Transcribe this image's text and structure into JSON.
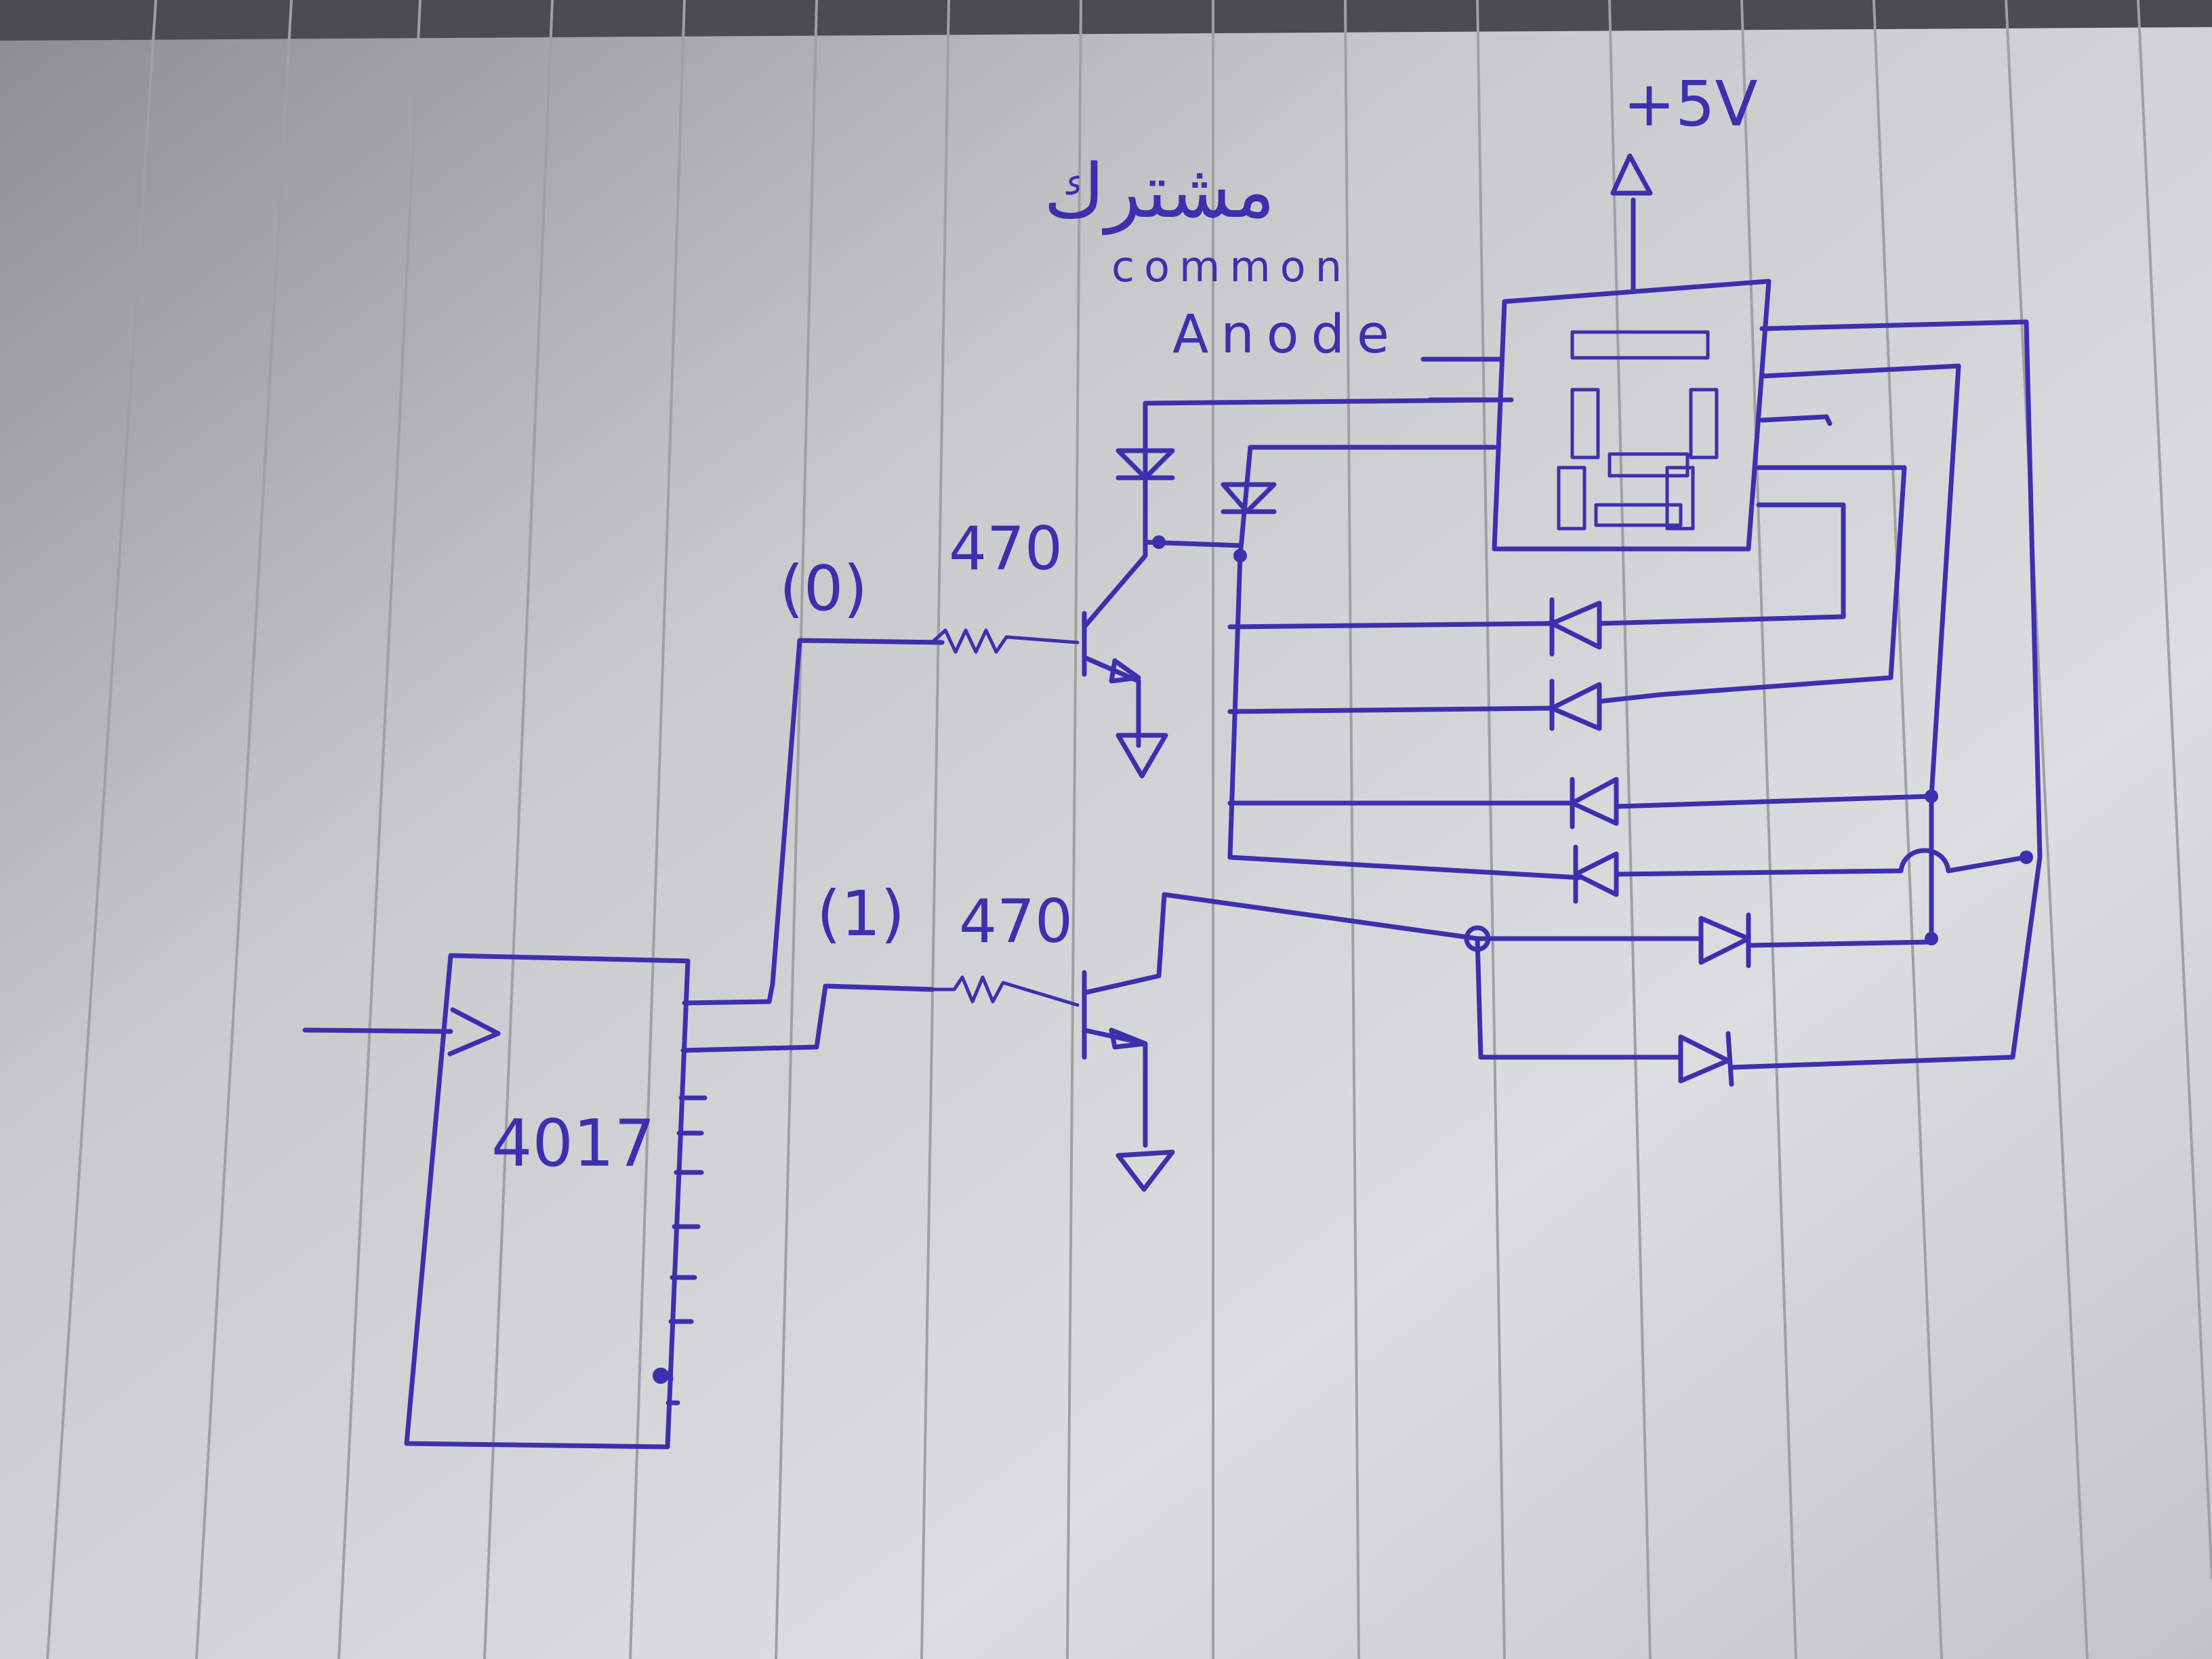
{
  "labels": {
    "supply": "+5V",
    "arabic_note": "مشترك",
    "display_type_line1": "common",
    "display_type_line2": "Anode",
    "channel_0": "(0)",
    "channel_1": "(1)",
    "resistor_0": "470",
    "resistor_1": "470",
    "ic": "4017"
  },
  "colors": {
    "ink": "#3d2fae",
    "paper": "#d9dadc",
    "paper_dark": "#6b6d70",
    "rule_lines": "#9ea0a4"
  }
}
